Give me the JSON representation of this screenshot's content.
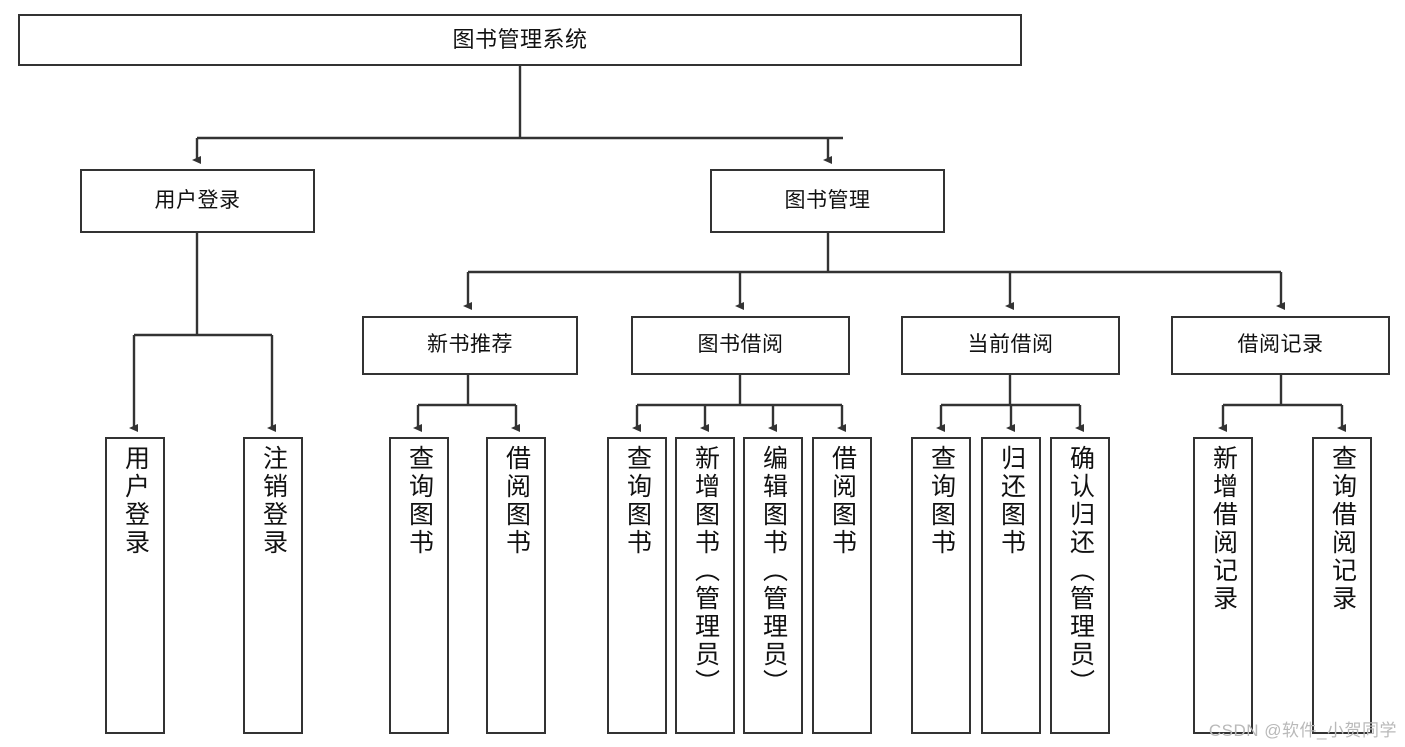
{
  "diagram": {
    "title": "图书管理系统",
    "watermark": "CSDN @软件_小贺同学",
    "colors": {
      "node_border": "#333333",
      "node_fill": "#ffffff",
      "edge": "#333333",
      "text": "#111111",
      "watermark": "#b9b9b9",
      "background": "#ffffff"
    },
    "root": {
      "label": "图书管理系统"
    },
    "level1": [
      {
        "label": "用户登录"
      },
      {
        "label": "图书管理"
      }
    ],
    "level2": [
      {
        "label": "新书推荐"
      },
      {
        "label": "图书借阅"
      },
      {
        "label": "当前借阅"
      },
      {
        "label": "借阅记录"
      }
    ],
    "leaves": {
      "user_login": [
        {
          "label": "用户登录"
        },
        {
          "label": "注销登录"
        }
      ],
      "new_book_recommend": [
        {
          "label": "查询图书"
        },
        {
          "label": "借阅图书"
        }
      ],
      "book_borrow": [
        {
          "label": "查询图书"
        },
        {
          "label": "新增图书（管理员）"
        },
        {
          "label": "编辑图书（管理员）"
        },
        {
          "label": "借阅图书"
        }
      ],
      "current_borrow": [
        {
          "label": "查询图书"
        },
        {
          "label": "归还图书"
        },
        {
          "label": "确认归还（管理员）"
        }
      ],
      "borrow_record": [
        {
          "label": "新增借阅记录"
        },
        {
          "label": "查询借阅记录"
        }
      ]
    }
  }
}
